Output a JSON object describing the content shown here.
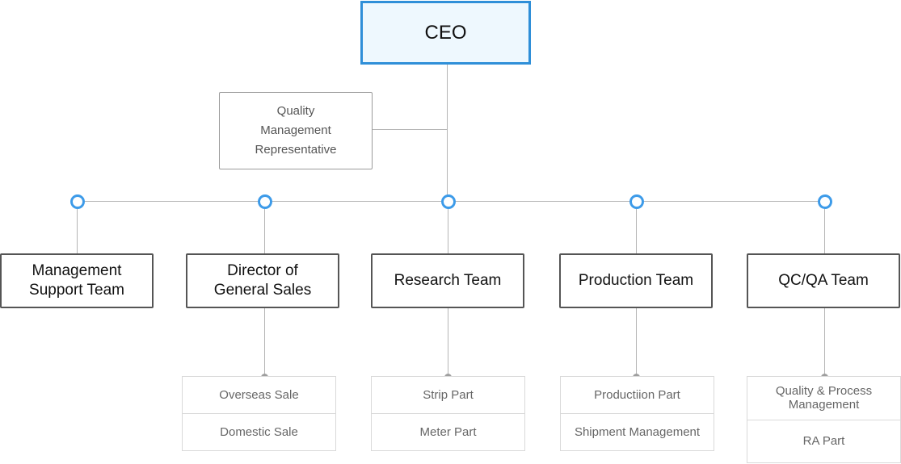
{
  "ceo": {
    "label": "CEO"
  },
  "qmr": {
    "line1": "Quality",
    "line2": "Management",
    "line3": "Representative"
  },
  "teams": [
    {
      "line1": "Management",
      "line2": "Support Team"
    },
    {
      "line1": "Director of",
      "line2": "General Sales"
    },
    {
      "line1": "Research Team"
    },
    {
      "line1": "Production Team"
    },
    {
      "line1": "QC/QA Team"
    }
  ],
  "subteams": {
    "sales": [
      "Overseas Sale",
      "Domestic Sale"
    ],
    "research": [
      "Strip Part",
      "Meter Part"
    ],
    "production": [
      "Productiion Part",
      "Shipment Management"
    ],
    "qcqa": [
      "Quality & Process Management",
      "RA Part"
    ]
  },
  "colors": {
    "accent": "#2f8fd8",
    "ceo_fill": "#eef8fe",
    "connector": "#b5b5b5",
    "node_ring": "#3d9be9"
  }
}
